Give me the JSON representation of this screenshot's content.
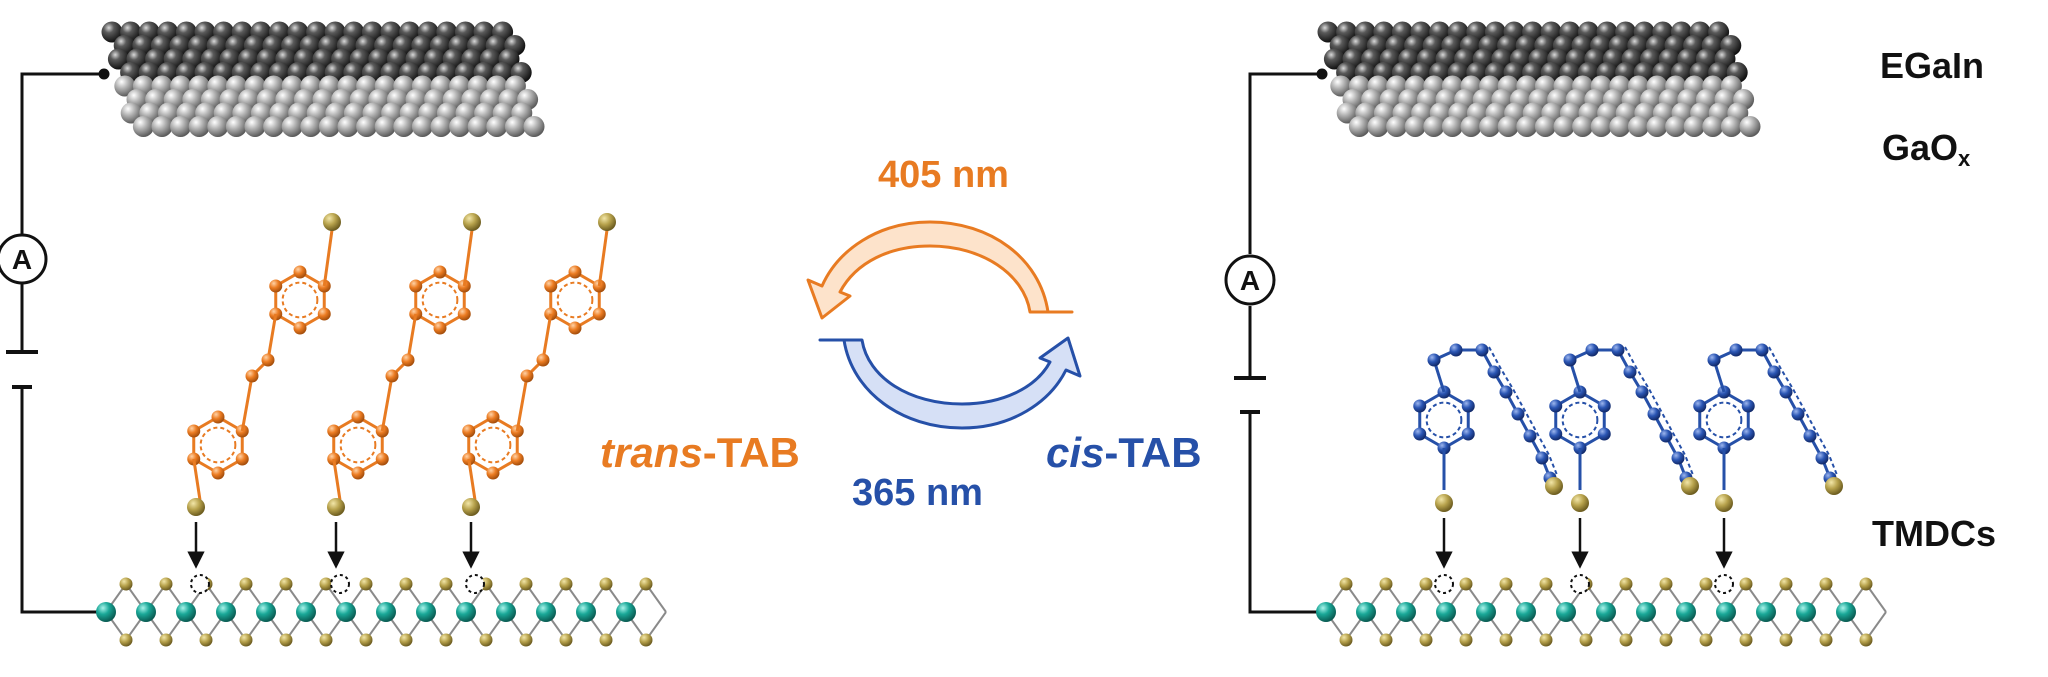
{
  "labels": {
    "egain": "EGaIn",
    "gaox_main": "GaO",
    "gaox_sub": "x",
    "tmdcs": "TMDCs",
    "ammeter": "A",
    "trans_prefix": "trans",
    "trans_suffix": "-TAB",
    "cis_prefix": "cis",
    "cis_suffix": "-TAB",
    "wave_405": "405 nm",
    "wave_365": "365 nm"
  },
  "colors": {
    "trans": "#e87b22",
    "cis": "#2650a8",
    "sulfur": "#b5a04a",
    "metal": "#1aa898",
    "egain_dark": "#262626",
    "gaox_light": "#b8b8b8",
    "circuit": "#111111"
  },
  "molecules": {
    "trans_count": 3,
    "cis_count": 3
  }
}
